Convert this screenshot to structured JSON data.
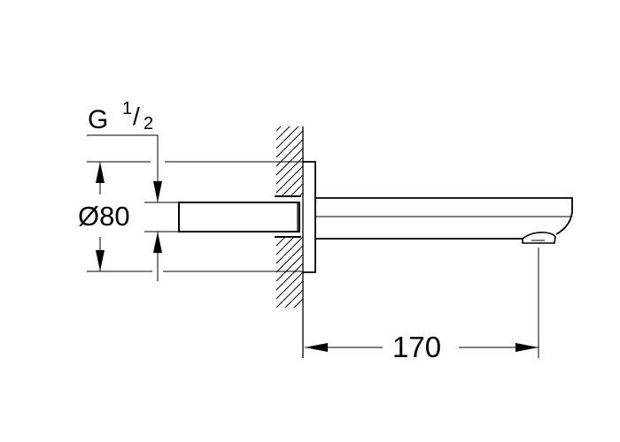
{
  "drawing": {
    "thread_label": "G",
    "thread_fraction_num": "1",
    "thread_fraction_den": "2",
    "diameter_label": "Ø80",
    "length_label": "170",
    "line_color": "#000000",
    "background_color": "#ffffff"
  }
}
